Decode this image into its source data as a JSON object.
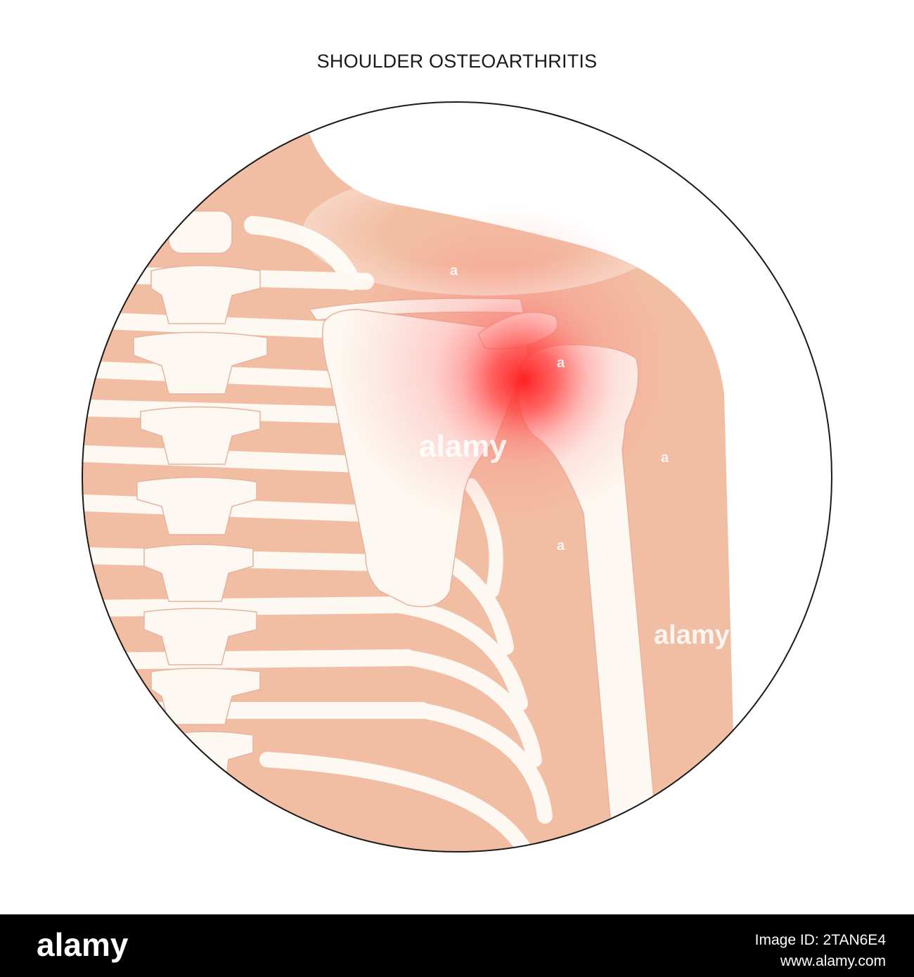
{
  "title": "SHOULDER OSTEOARTHRITIS",
  "colors": {
    "skin": "#f2bea3",
    "bone": "#fdf8f1",
    "bone_outline": "#e6b3a0",
    "pain": "#ff2a2a",
    "circle_outline": "#1a1a1a",
    "footer": "#000000"
  },
  "watermark": {
    "main": "alamy",
    "small": "a"
  },
  "footer": {
    "logo": "alamy",
    "image_id": "Image ID: 2TAN6E4",
    "site": "www.alamy.com"
  }
}
